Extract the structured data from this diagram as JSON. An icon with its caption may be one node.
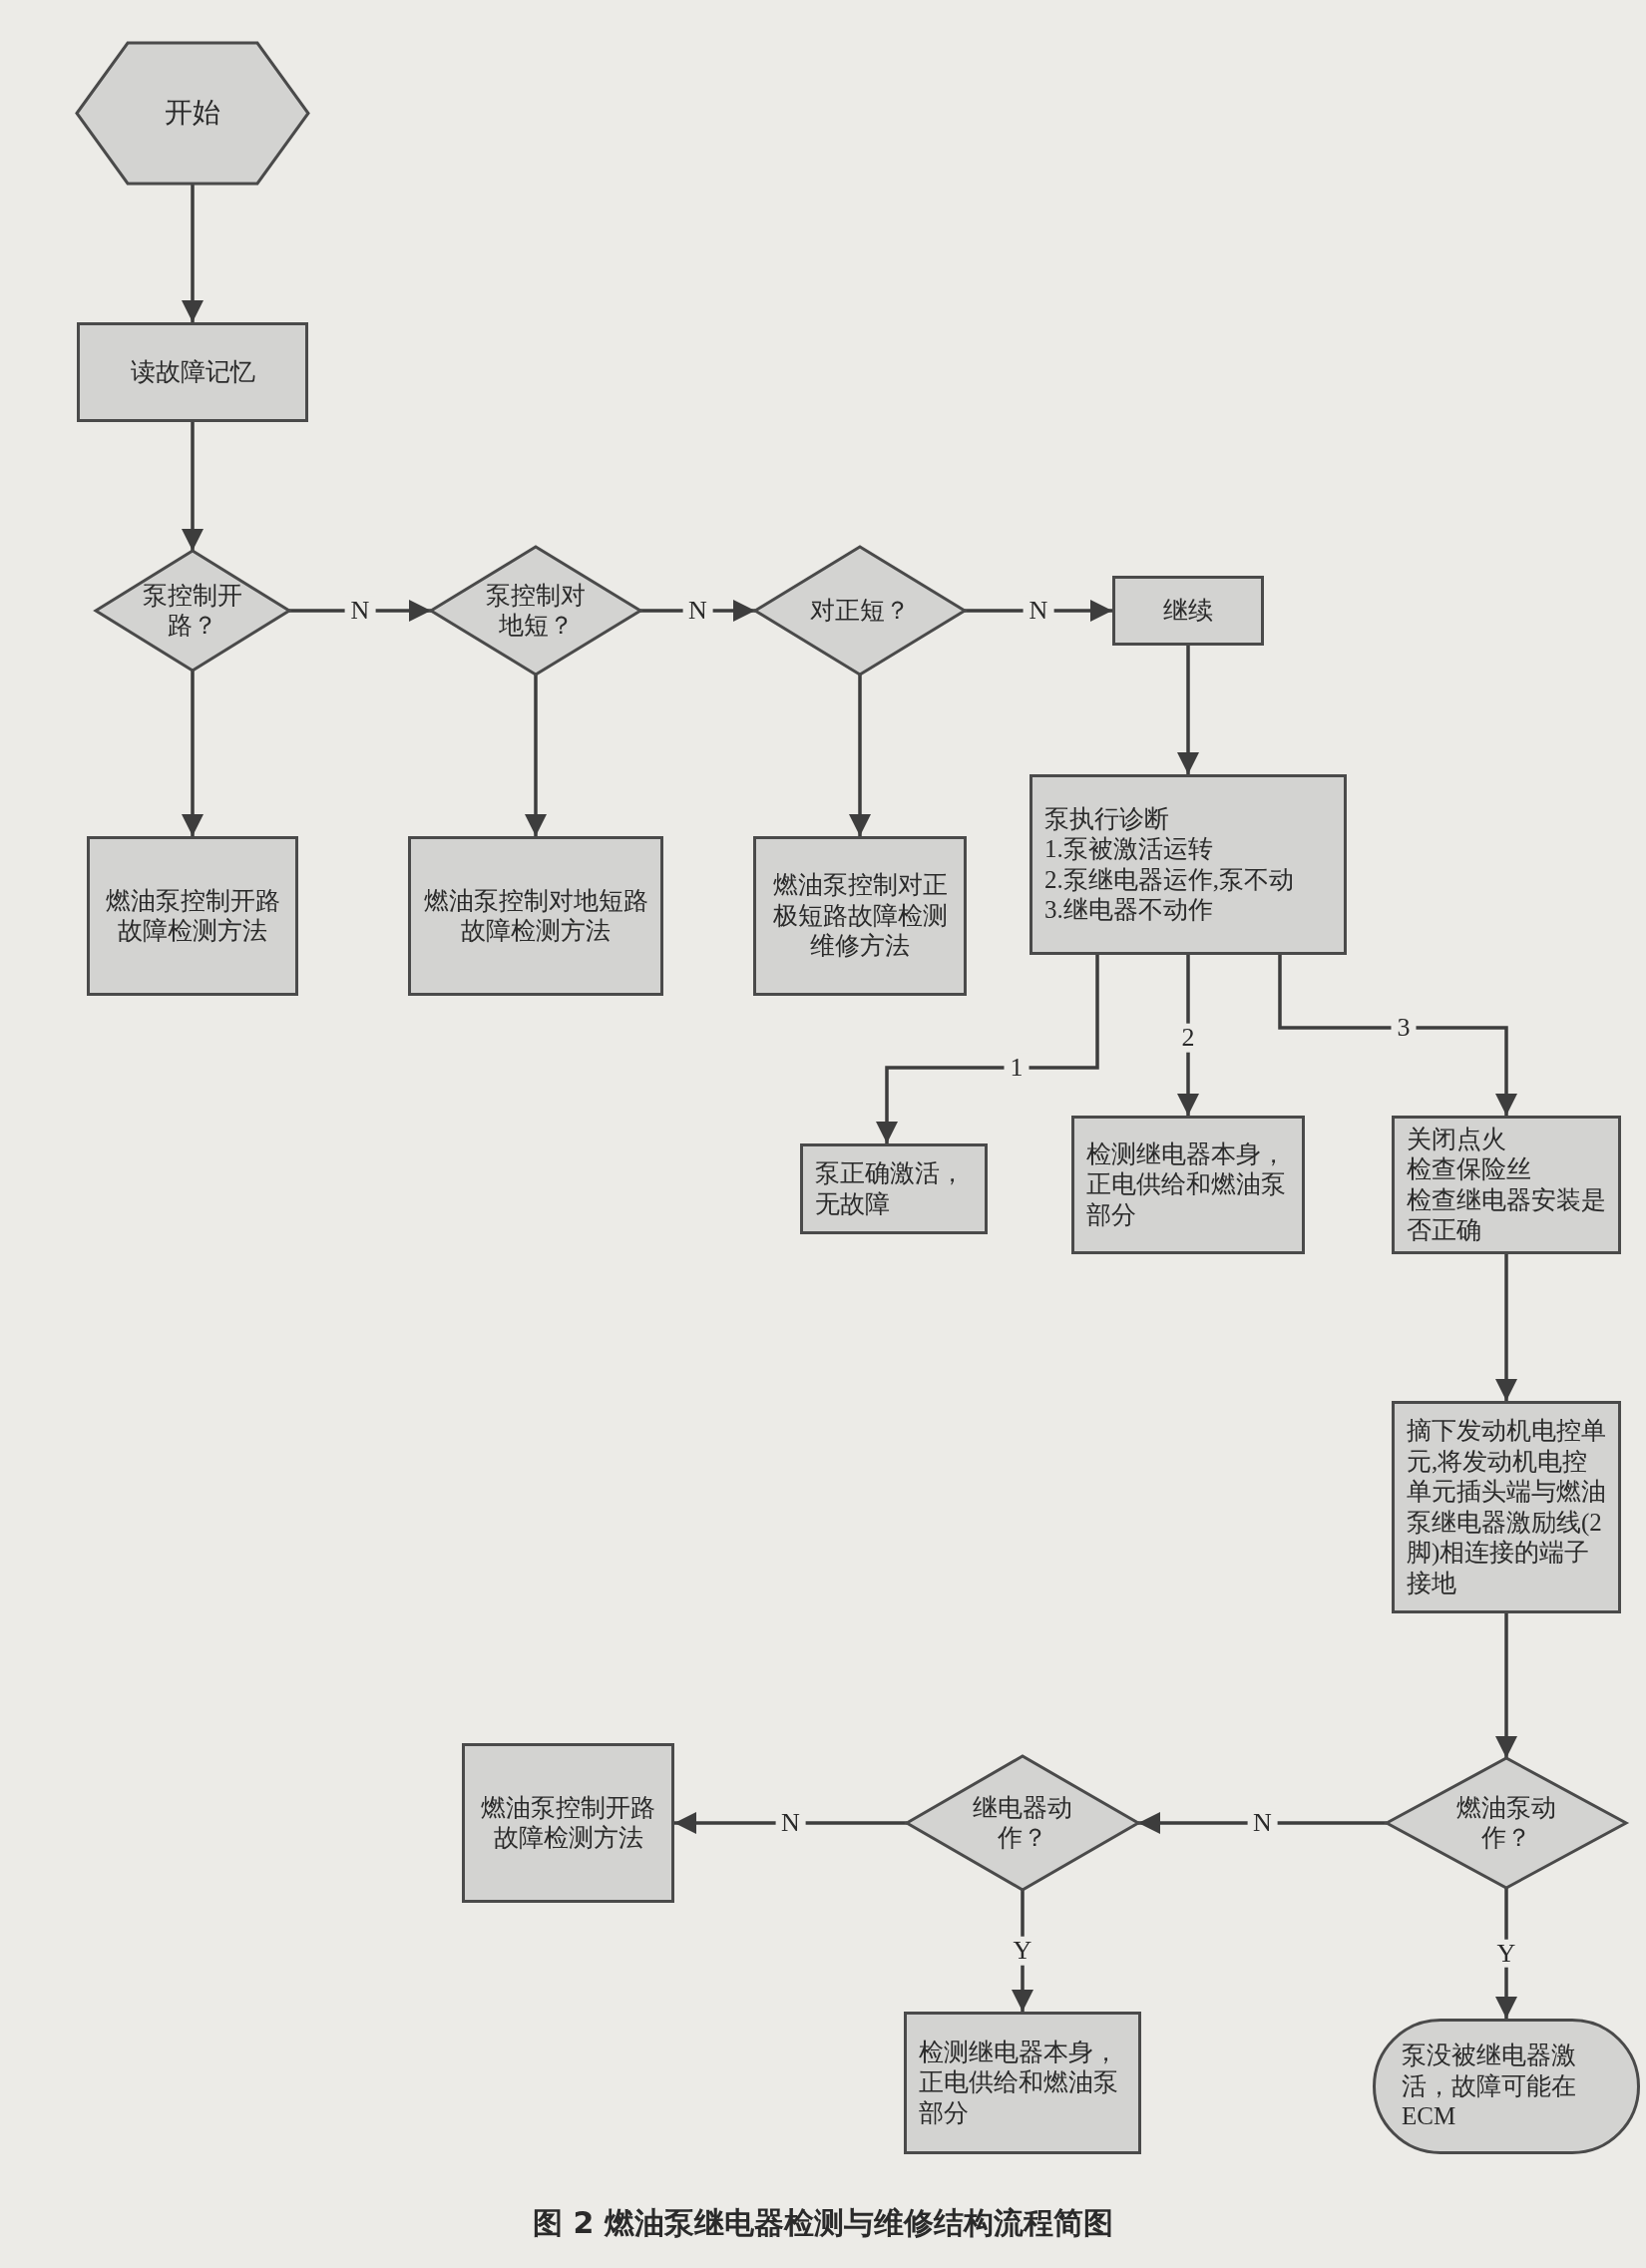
{
  "diagram": {
    "caption": "图 2 燃油泵继电器检测与维修结构流程简图",
    "nodes": [
      {
        "text": [
          "开始"
        ]
      },
      {
        "text": [
          "读故障记忆"
        ]
      },
      {
        "text": [
          "泵控制开路？"
        ]
      },
      {
        "text": [
          "泵控制对地短？"
        ]
      },
      {
        "text": [
          "对正短？"
        ]
      },
      {
        "text": [
          "继续"
        ]
      },
      {
        "text": [
          "燃油泵控制开路故障检测方法"
        ]
      },
      {
        "text": [
          "燃油泵控制对地短路故障检测方法"
        ]
      },
      {
        "text": [
          "燃油泵控制对正极短路故障检测维修方法"
        ]
      },
      {
        "text": [
          "泵执行诊断",
          "1.泵被激活运转",
          "2.泵继电器运作,泵不动",
          "3.继电器不动作"
        ]
      },
      {
        "text": [
          "泵正确激活，无故障"
        ]
      },
      {
        "text": [
          "检测继电器本身，正电供给和燃油泵部分"
        ]
      },
      {
        "text": [
          "关闭点火",
          "检查保险丝",
          "检查继电器安装是否正确"
        ]
      },
      {
        "text": [
          "摘下发动机电控单元,将发动机电控单元插头端与燃油泵继电器激励线(2脚)相连接的端子接地"
        ]
      },
      {
        "text": [
          "燃油泵动作？"
        ]
      },
      {
        "text": [
          "继电器动作？"
        ]
      },
      {
        "text": [
          "燃油泵控制开路故障检测方法"
        ]
      },
      {
        "text": [
          "检测继电器本身，正电供给和燃油泵部分"
        ]
      },
      {
        "text": [
          "泵没被继电器激活，故障可能在ECM"
        ]
      }
    ],
    "edges": [
      {
        "from": 0,
        "to": 1,
        "arrow": "to"
      },
      {
        "from": 1,
        "to": 2,
        "arrow": "to"
      },
      {
        "from": 2,
        "to": 3,
        "arrow": "to",
        "label": "N"
      },
      {
        "from": 3,
        "to": 4,
        "arrow": "to",
        "label": "N"
      },
      {
        "from": 4,
        "to": 5,
        "arrow": "to",
        "label": "N"
      },
      {
        "from": 2,
        "to": 6,
        "arrow": "to"
      },
      {
        "from": 3,
        "to": 7,
        "arrow": "to"
      },
      {
        "from": 4,
        "to": 8,
        "arrow": "to"
      },
      {
        "from": 5,
        "to": 9,
        "arrow": "to"
      },
      {
        "from": 9,
        "to": 10,
        "arrow": "to",
        "label": "1"
      },
      {
        "from": 9,
        "to": 11,
        "arrow": "to",
        "label": "2"
      },
      {
        "from": 9,
        "to": 12,
        "arrow": "to",
        "label": "3"
      },
      {
        "from": 12,
        "to": 13,
        "arrow": "to"
      },
      {
        "from": 13,
        "to": 14,
        "arrow": "to"
      },
      {
        "from": 14,
        "to": 15,
        "arrow": "to",
        "label": "N"
      },
      {
        "from": 15,
        "to": 16,
        "arrow": "to",
        "label": "N"
      },
      {
        "from": 15,
        "to": 17,
        "arrow": "to",
        "label": "Y"
      },
      {
        "from": 14,
        "to": 18,
        "arrow": "to",
        "label": "Y"
      }
    ]
  }
}
